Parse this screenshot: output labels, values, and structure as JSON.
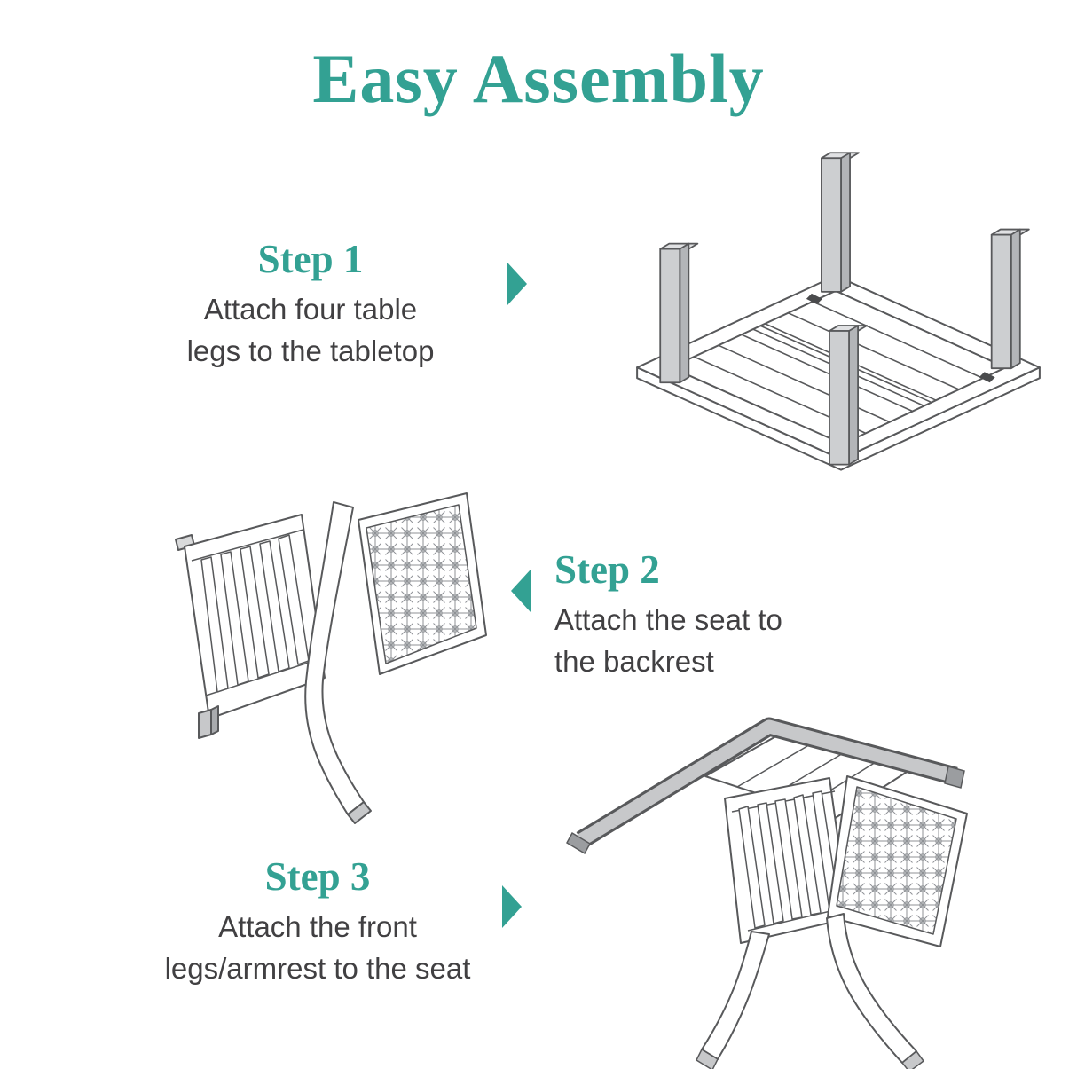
{
  "colors": {
    "accent": "#33A193",
    "text": "#414042",
    "line": "#58595B",
    "gray_fill": "#C7C8CA"
  },
  "title": "Easy Assembly",
  "steps": [
    {
      "heading": "Step 1",
      "line1": "Attach four table",
      "line2": "legs to the tabletop",
      "arrow_direction": "right",
      "illustration": "upside-down-table-with-four-legs"
    },
    {
      "heading": "Step 2",
      "line1": "Attach the seat to",
      "line2": "the backrest",
      "arrow_direction": "left",
      "illustration": "chair-backrest-with-curved-leg-and-lattice-panel"
    },
    {
      "heading": "Step 3",
      "line1": "Attach the front",
      "line2": "legs/armrest to the seat",
      "arrow_direction": "right",
      "illustration": "chair-seat-with-front-legs-and-armrest"
    }
  ]
}
